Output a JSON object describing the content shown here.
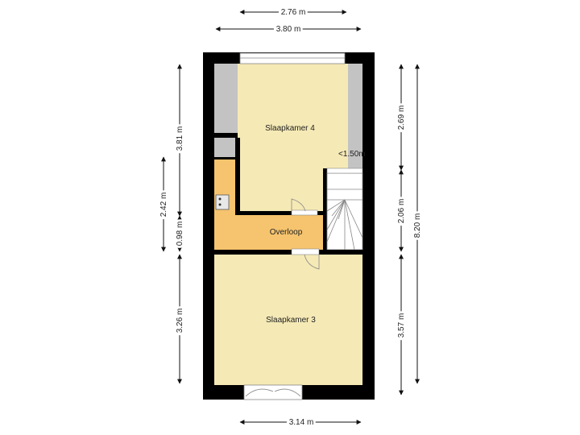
{
  "rooms": {
    "slaapkamer4": "Slaapkamer 4",
    "slaapkamer3": "Slaapkamer 3",
    "overloop": "Overloop"
  },
  "annotations": {
    "ceiling_height": "<1.50m"
  },
  "dimensions": {
    "top_inner": "2.76 m",
    "top_outer": "3.80 m",
    "bottom": "3.14 m",
    "left_upper": "3.81 m",
    "left_middle_outer": "2.42 m",
    "left_middle": "0.98 m",
    "left_lower": "3.26 m",
    "right_upper": "2.69 m",
    "right_middle": "2.06 m",
    "right_lower": "3.57 m",
    "right_total": "8.20 m"
  },
  "colors": {
    "bedroom_fill": "#f5e9b5",
    "overloop_fill": "#f6c46e",
    "storage_fill": "#c3c3c3",
    "wall": "#000000"
  }
}
